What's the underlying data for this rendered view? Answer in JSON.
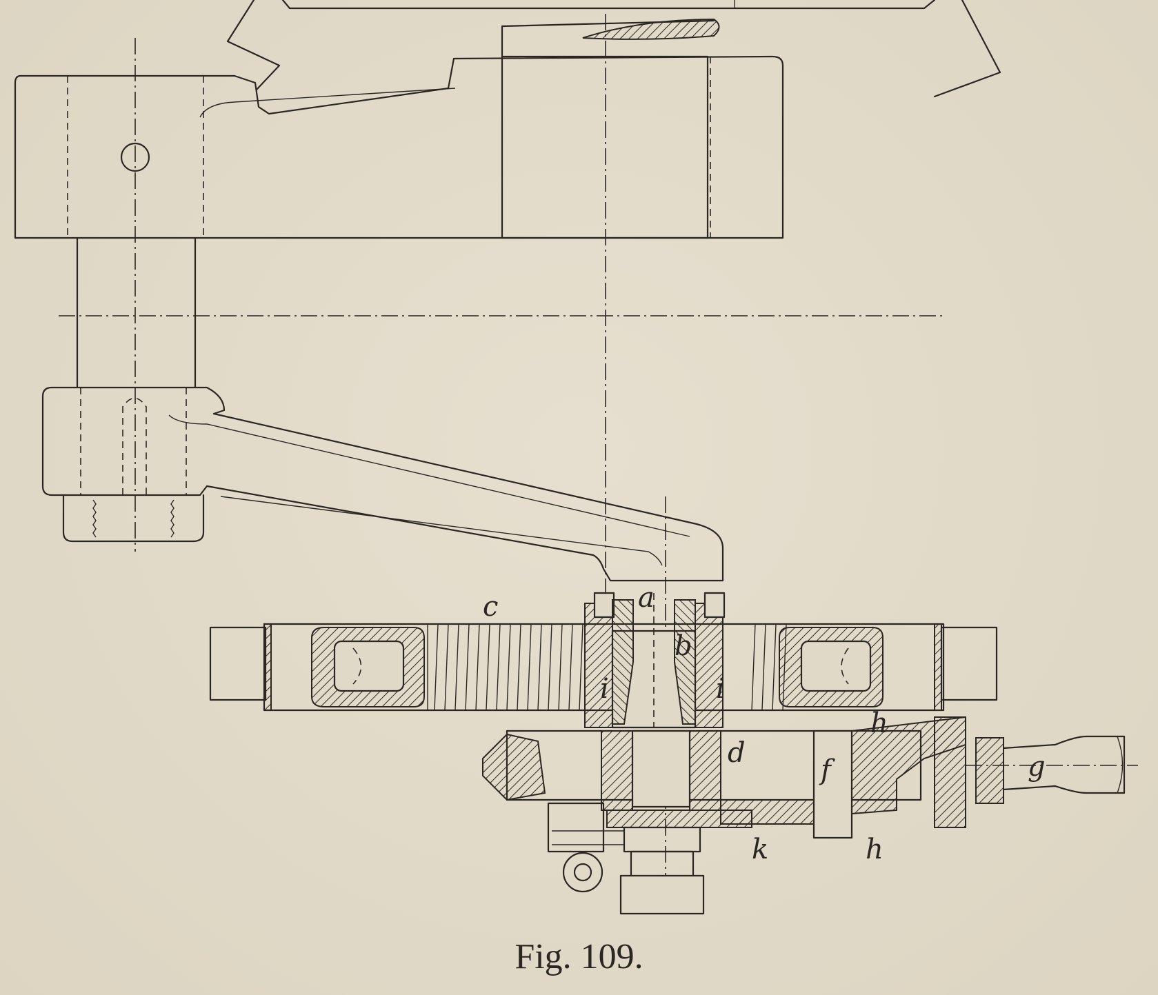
{
  "figure": {
    "caption": "Fig. 109.",
    "part_labels": [
      "c",
      "a",
      "b",
      "i",
      "i",
      "h",
      "d",
      "f",
      "g",
      "k",
      "h"
    ]
  },
  "colors": {
    "paper": "#e3dccb",
    "ink": "#2a2622"
  }
}
